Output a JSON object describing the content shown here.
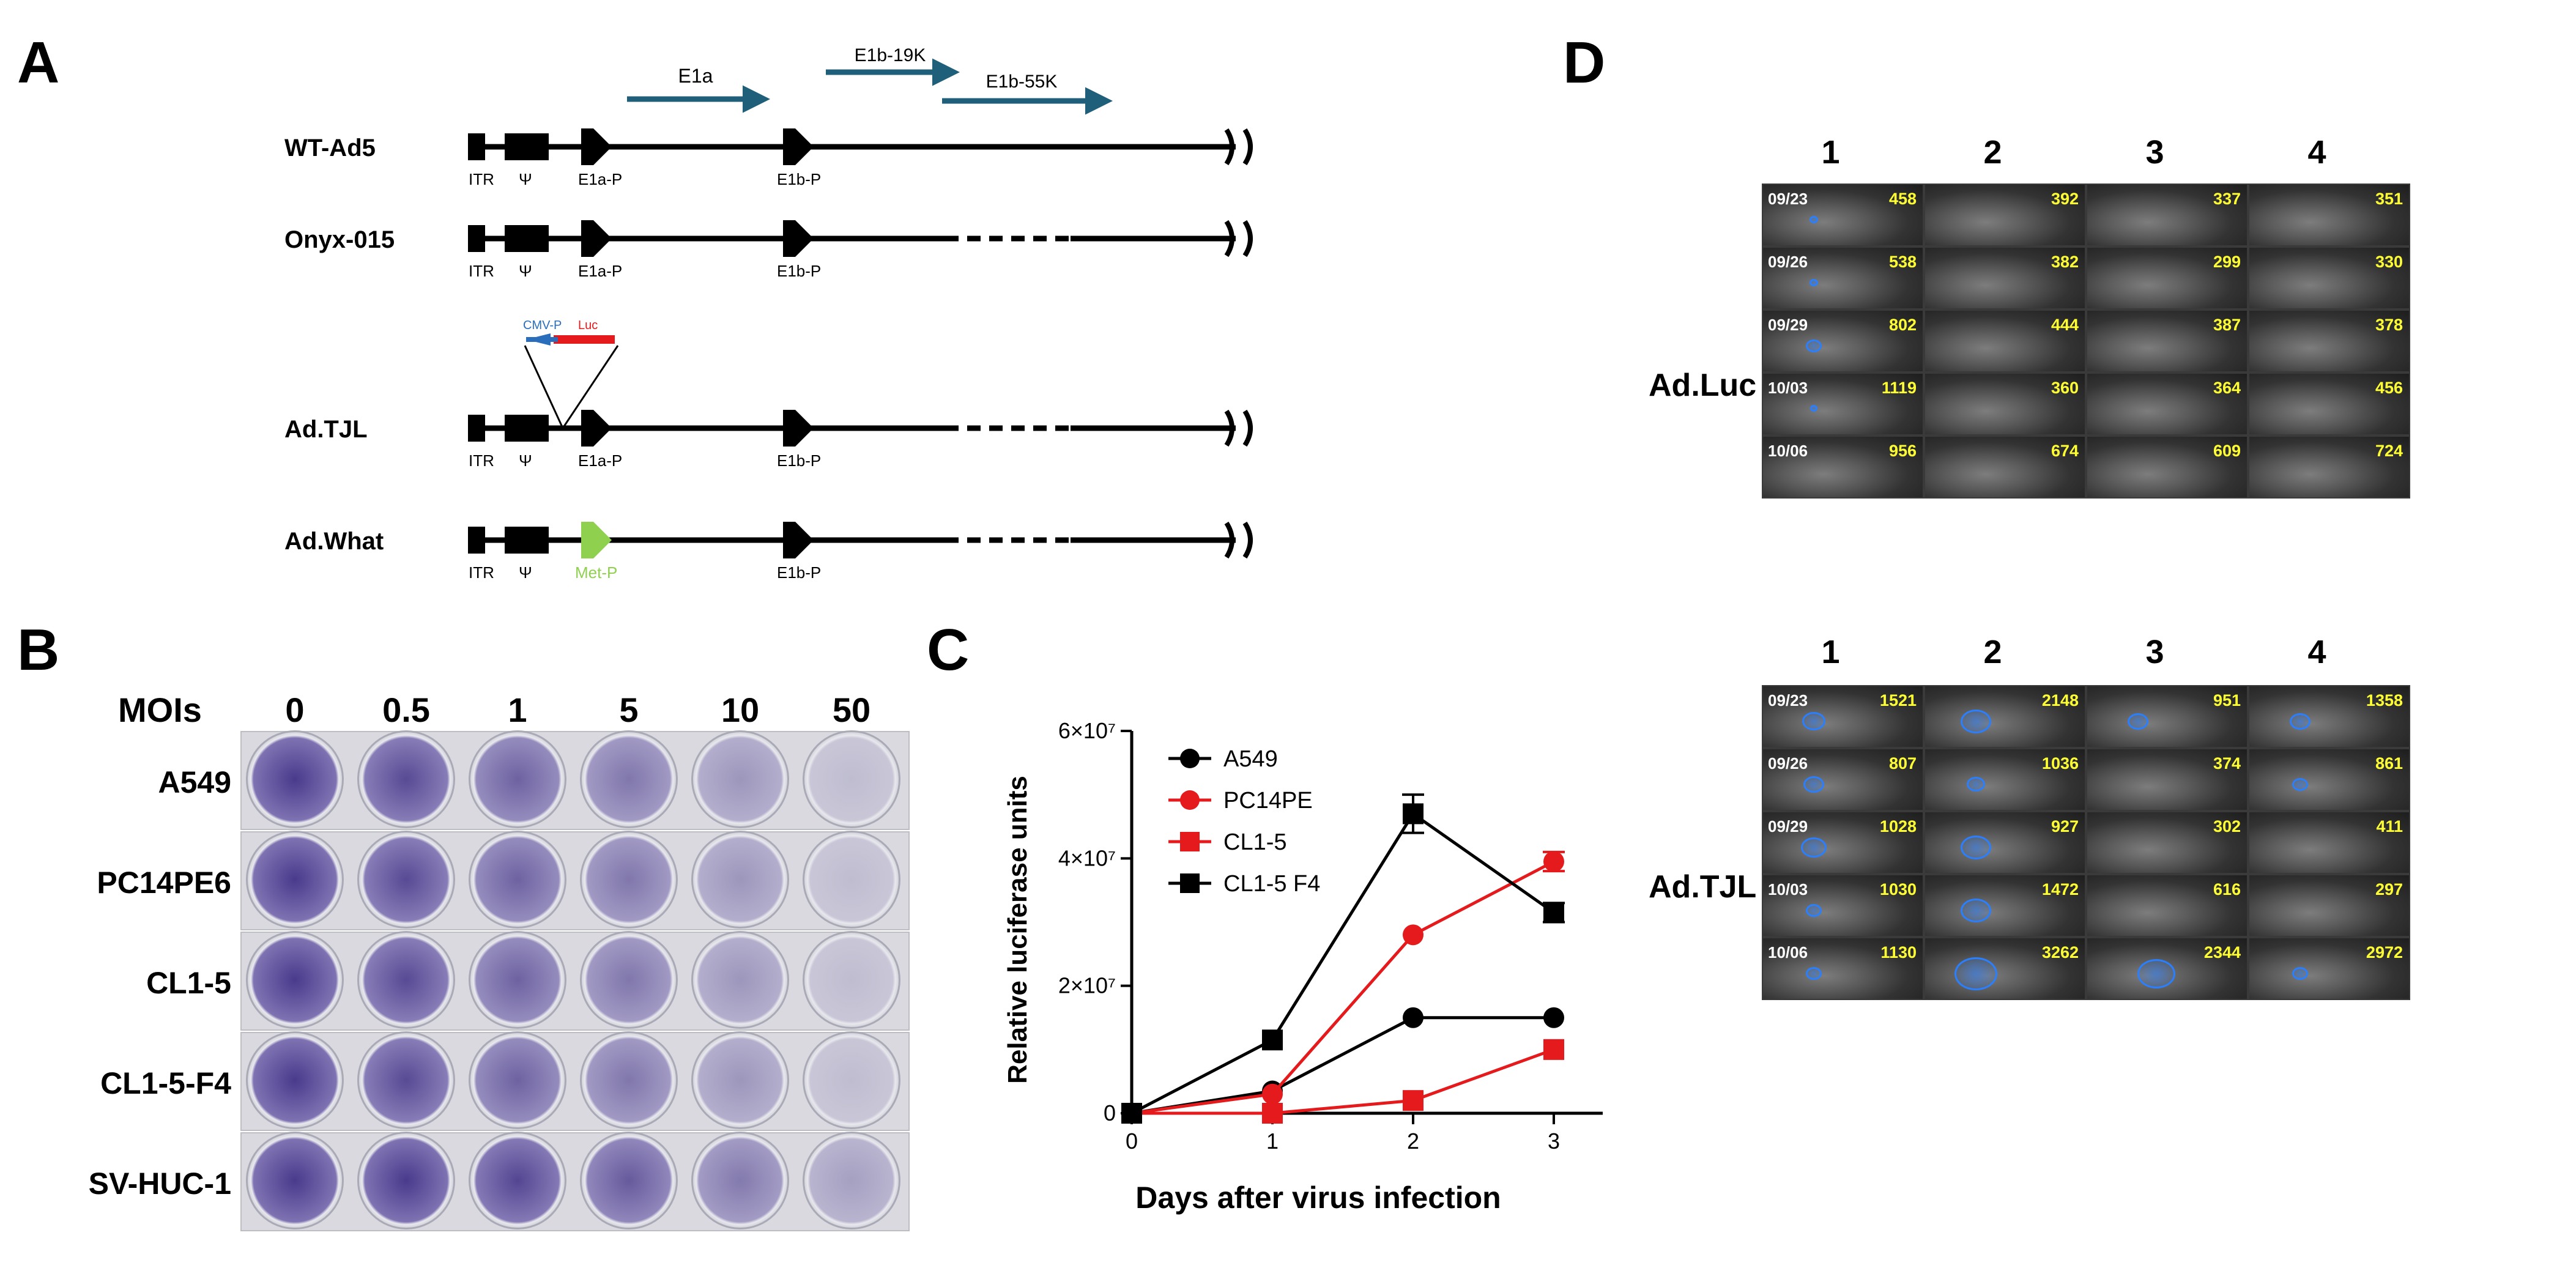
{
  "panels": {
    "a": "A",
    "b": "B",
    "c": "C",
    "d": "D"
  },
  "panel_a": {
    "genes": {
      "e1a": "E1a",
      "e1b19": "E1b-19K",
      "e1b55": "E1b-55K"
    },
    "constructs": [
      {
        "name": "WT-Ad5",
        "sub": [
          "ITR",
          "Ψ",
          "E1a-P",
          "E1b-P"
        ]
      },
      {
        "name": "Onyx-015",
        "sub": [
          "ITR",
          "Ψ",
          "E1a-P",
          "E1b-P"
        ]
      },
      {
        "name": "Ad.TJL",
        "sub": [
          "ITR",
          "Ψ",
          "E1a-P",
          "E1b-P"
        ]
      },
      {
        "name": "Ad.What",
        "sub": [
          "ITR",
          "Ψ",
          "Met-P",
          "E1b-P"
        ]
      }
    ],
    "insert": {
      "cmv": "CMV-P",
      "luc": "Luc"
    },
    "colors": {
      "gene_arrow": "#1f5f7a",
      "met_promoter": "#8fd14f",
      "luc": "#e41a1c",
      "cmv": "#2a6ebb"
    }
  },
  "panel_b": {
    "moi_label": "MOIs",
    "mois": [
      "0",
      "0.5",
      "1",
      "5",
      "10",
      "50"
    ],
    "cell_lines": [
      "A549",
      "PC14PE6",
      "CL1-5",
      "CL1-5-F4",
      "SV-HUC-1"
    ],
    "stain_color": "#4a3a8c"
  },
  "chart_data": {
    "type": "line",
    "xlabel": "Days after virus infection",
    "ylabel": "Relative luciferase units",
    "x": [
      0,
      1,
      2,
      3
    ],
    "xticks": [
      "0",
      "1",
      "2",
      "3"
    ],
    "ylim": [
      0,
      60000000
    ],
    "yticks": [
      {
        "value": 0,
        "label": "0"
      },
      {
        "value": 20000000,
        "label": "2×10⁷"
      },
      {
        "value": 40000000,
        "label": "4×10⁷"
      },
      {
        "value": 60000000,
        "label": "6×10⁷"
      }
    ],
    "legend_position": "top-left",
    "series": [
      {
        "name": "A549",
        "color": "#000000",
        "marker": "circle",
        "values": [
          0,
          3500000,
          15000000,
          15000000
        ],
        "err": [
          0,
          0,
          0,
          0
        ]
      },
      {
        "name": "PC14PE",
        "color": "#e41a1c",
        "marker": "circle",
        "values": [
          0,
          3000000,
          28000000,
          39500000
        ],
        "err": [
          0,
          0,
          0,
          1500000
        ]
      },
      {
        "name": "CL1-5",
        "color": "#e41a1c",
        "marker": "square",
        "values": [
          0,
          0,
          2000000,
          10000000
        ],
        "err": [
          0,
          0,
          0,
          0
        ]
      },
      {
        "name": "CL1-5 F4",
        "color": "#000000",
        "marker": "square",
        "values": [
          0,
          11500000,
          47000000,
          31500000
        ],
        "err": [
          0,
          0,
          3000000,
          1500000
        ]
      }
    ]
  },
  "panel_d": {
    "col_labels": [
      "1",
      "2",
      "3",
      "4"
    ],
    "groups": [
      {
        "name": "Ad.Luc",
        "rows": [
          {
            "date": "09/23",
            "values": [
              "458",
              "392",
              "337",
              "351"
            ]
          },
          {
            "date": "09/26",
            "values": [
              "538",
              "382",
              "299",
              "330"
            ]
          },
          {
            "date": "09/29",
            "values": [
              "802",
              "444",
              "387",
              "378"
            ]
          },
          {
            "date": "10/03",
            "values": [
              "1119",
              "360",
              "364",
              "456"
            ]
          },
          {
            "date": "10/06",
            "values": [
              "956",
              "674",
              "609",
              "724"
            ]
          }
        ]
      },
      {
        "name": "Ad.TJL",
        "rows": [
          {
            "date": "09/23",
            "values": [
              "1521",
              "2148",
              "951",
              "1358"
            ]
          },
          {
            "date": "09/26",
            "values": [
              "807",
              "1036",
              "374",
              "861"
            ]
          },
          {
            "date": "09/29",
            "values": [
              "1028",
              "927",
              "302",
              "411"
            ]
          },
          {
            "date": "10/03",
            "values": [
              "1030",
              "1472",
              "616",
              "297"
            ]
          },
          {
            "date": "10/06",
            "values": [
              "1130",
              "3262",
              "2344",
              "2972"
            ]
          }
        ]
      }
    ],
    "signal_color": "#2a7fff"
  }
}
